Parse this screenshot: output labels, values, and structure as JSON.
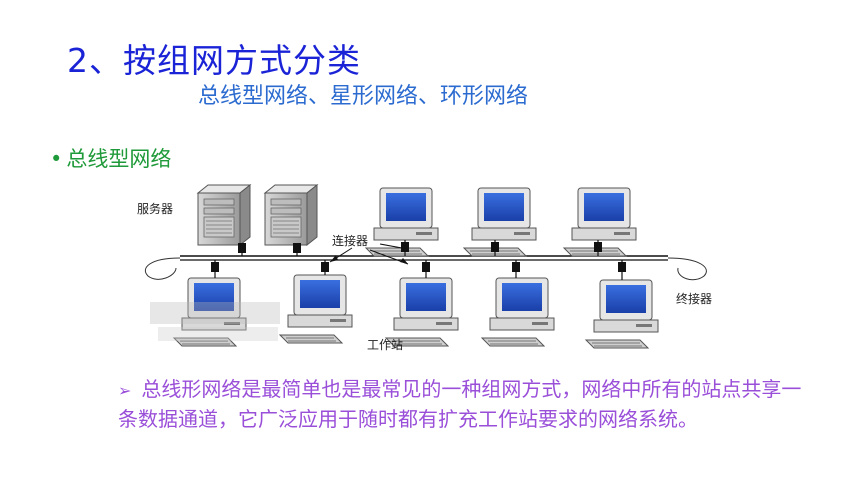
{
  "title": "2、按组网方式分类",
  "subtitle": "总线型网络、星形网络、环形网络",
  "bullet": {
    "dot": "•",
    "text": "总线型网络"
  },
  "diagram": {
    "server_label": "服务器",
    "connector_label": "连接器",
    "terminator_label": "终接器",
    "workstation_label": "工作站"
  },
  "description": {
    "arrow": "➢",
    "text": "总线形网络是最简单也是最常见的一种组网方式，网络中所有的站点共享一条数据通道，它广泛应用于随时都有扩充工作站要求的网络系统。"
  }
}
